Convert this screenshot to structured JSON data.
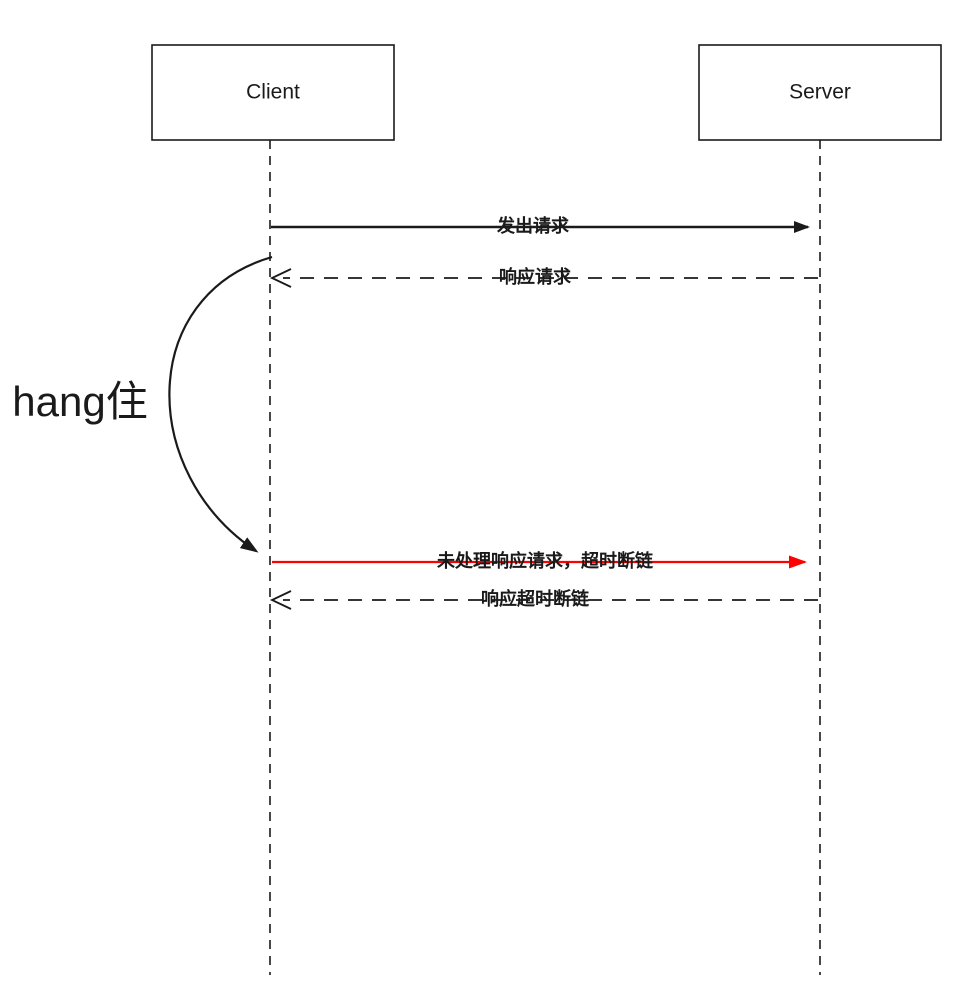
{
  "diagram": {
    "type": "sequence-diagram",
    "actors": [
      {
        "id": "client",
        "label": "Client"
      },
      {
        "id": "server",
        "label": "Server"
      }
    ],
    "messages": [
      {
        "label": "发出请求",
        "from": "client",
        "to": "server",
        "style": "solid",
        "color": "#1a1a1a"
      },
      {
        "label": "响应请求",
        "from": "server",
        "to": "client",
        "style": "dashed",
        "color": "#1a1a1a"
      },
      {
        "label": "未处理响应请求，超时断链",
        "from": "client",
        "to": "server",
        "style": "solid",
        "color": "#fe0000"
      },
      {
        "label": "响应超时断链",
        "from": "server",
        "to": "client",
        "style": "dashed",
        "color": "#1a1a1a"
      }
    ],
    "annotation": {
      "label": "hang住"
    },
    "colors": {
      "line": "#1a1a1a",
      "highlight": "#fe0000",
      "background": "#ffffff",
      "text": "#1a1a1a"
    }
  }
}
